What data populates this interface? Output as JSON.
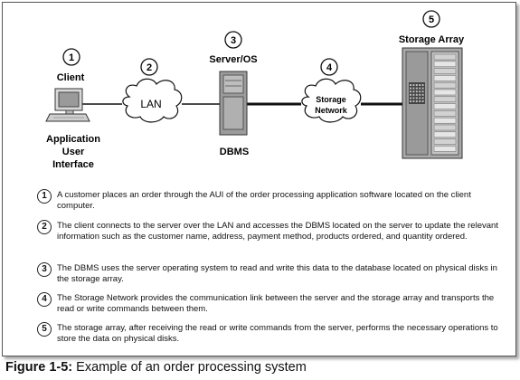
{
  "nodes": {
    "client": {
      "num": "1",
      "title": "Client",
      "subtitle": [
        "Application",
        "User",
        "Interface"
      ]
    },
    "lan": {
      "num": "2",
      "label": "LAN"
    },
    "server": {
      "num": "3",
      "title": "Server/OS",
      "subtitle": "DBMS"
    },
    "network": {
      "num": "4",
      "label_lines": [
        "Storage",
        "Network"
      ]
    },
    "array": {
      "num": "5",
      "title": "Storage Array"
    }
  },
  "steps": [
    {
      "num": "1",
      "text": "A customer places an order through the AUI of the order processing application software located on the client computer."
    },
    {
      "num": "2",
      "text": "The client connects to the server over the LAN and accesses the DBMS located on the server to update the relevant information such as the customer name, address, payment method, products ordered, and quantity ordered."
    },
    {
      "num": "3",
      "text": "The DBMS uses the server operating system to read and write this data to the database located on physical disks in the storage array."
    },
    {
      "num": "4",
      "text": "The Storage Network provides the communication link between the server and the storage array and transports the read or write commands between them."
    },
    {
      "num": "5",
      "text": "The storage array, after receiving the read or write commands from the server, performs the necessary operations to store the data on physical disks."
    }
  ],
  "caption": {
    "label": "Figure 1-5:",
    "text": "Example of an order processing system"
  }
}
